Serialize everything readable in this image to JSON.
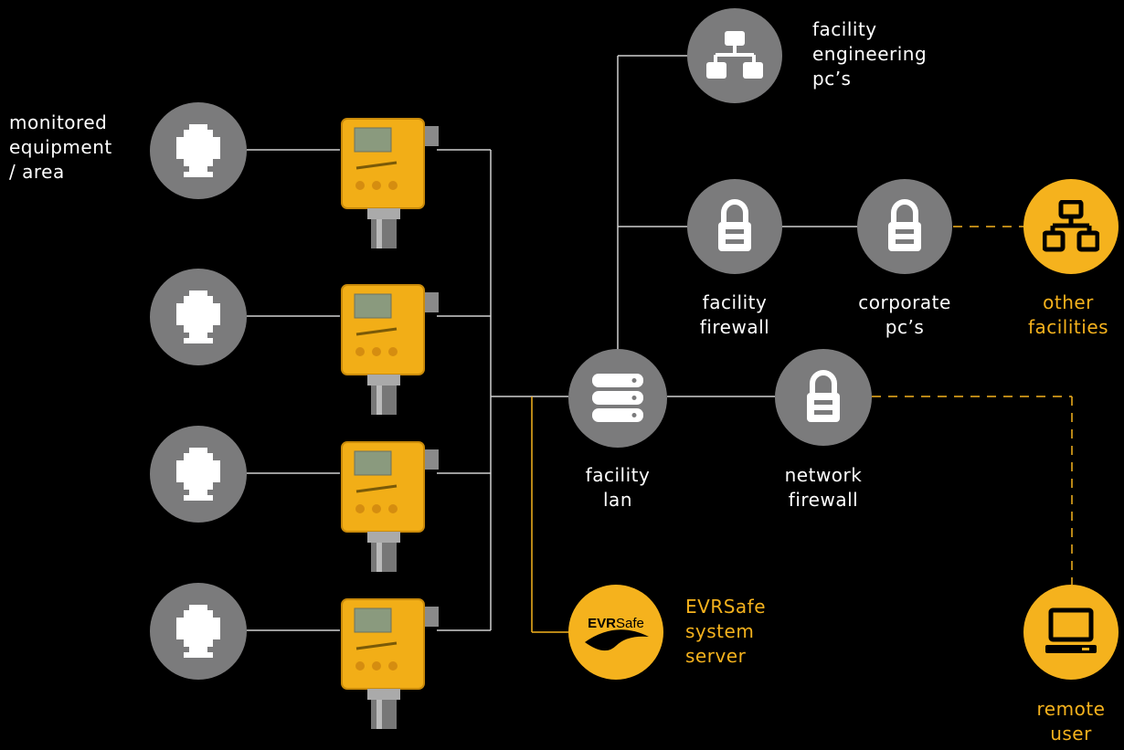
{
  "colors": {
    "background": "#000000",
    "line": "#cfcfcf",
    "node_grey": "#7b7b7c",
    "accent": "#f5b21d"
  },
  "labels": {
    "monitored_area": [
      "monitored",
      "equipment",
      "/ area"
    ],
    "engineering_pcs": [
      "facility",
      "engineering",
      "pc’s"
    ],
    "facility_firewall": [
      "facility",
      "firewall"
    ],
    "corporate_pcs": [
      "corporate",
      "pc’s"
    ],
    "other_facilities": [
      "other",
      "facilities"
    ],
    "facility_lan": [
      "facility",
      "lan"
    ],
    "network_firewall": [
      "network",
      "firewall"
    ],
    "evrsafe_server": [
      "EVRSafe",
      "system",
      "server"
    ],
    "remote_user": [
      "remote",
      "user"
    ]
  },
  "logo": {
    "text_bold": "EVR",
    "text_light": "Safe"
  },
  "icons": {
    "monitored_area": "fire-hydrant-icon",
    "gas_detector": "gas-detector-device",
    "engineering_pcs": "network-hierarchy-icon",
    "facility_firewall": "padlock-icon",
    "corporate_pcs": "padlock-icon",
    "other_facilities": "network-hierarchy-icon",
    "facility_lan": "server-stack-icon",
    "network_firewall": "padlock-icon",
    "evrsafe_server": "evrsafe-logo",
    "remote_user": "laptop-icon"
  }
}
